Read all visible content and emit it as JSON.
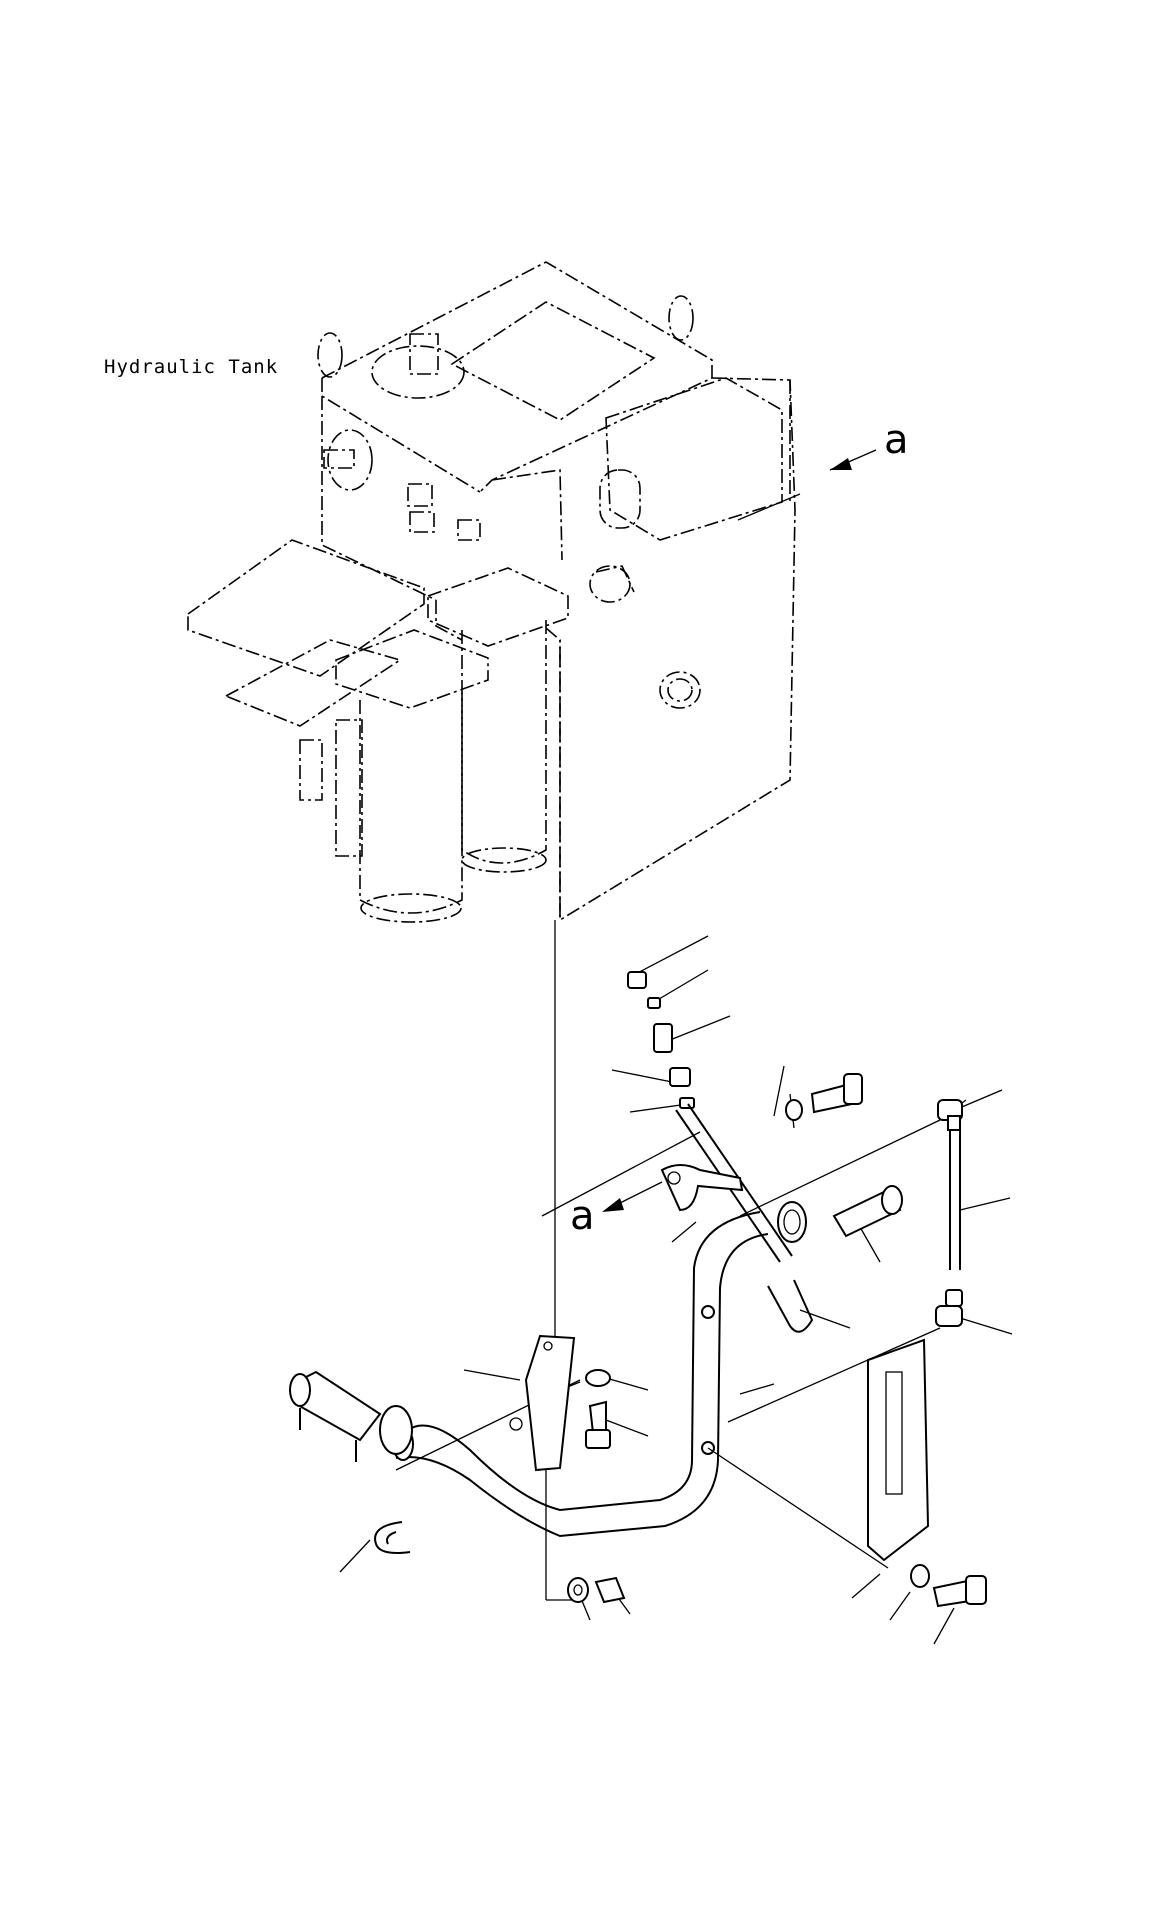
{
  "labels": {
    "tank": "Hydraulic Tank",
    "view_ref_top": "a",
    "view_ref_bottom": "a"
  },
  "colors": {
    "line": "#000000",
    "background": "#ffffff"
  }
}
